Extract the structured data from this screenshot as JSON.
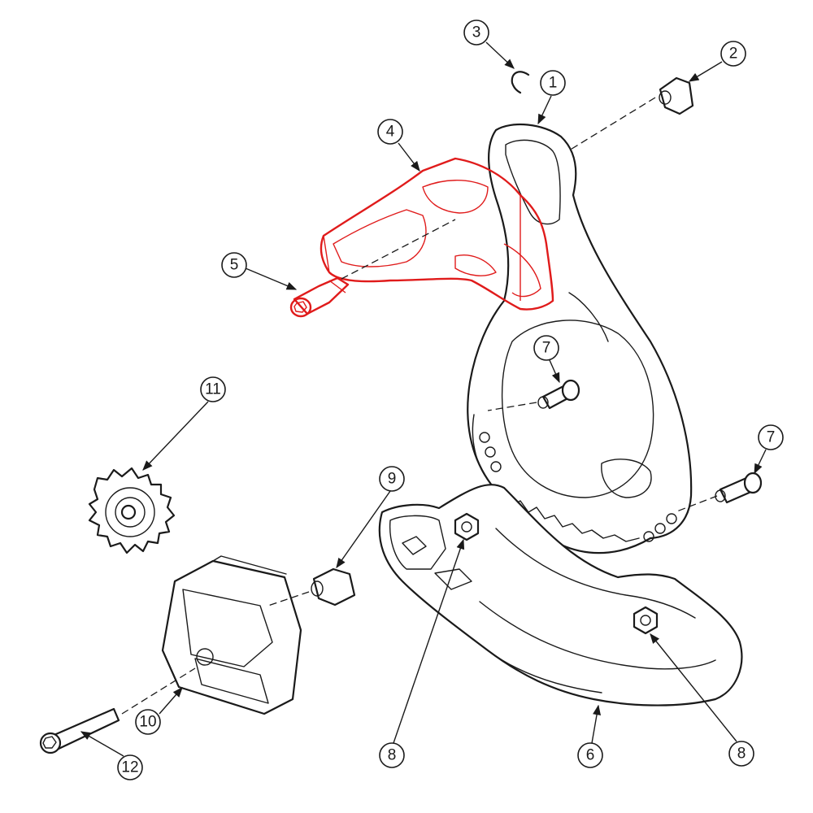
{
  "colors": {
    "highlight": "#e01b1b",
    "ink": "#1a1a1a",
    "background": "#ffffff"
  },
  "callouts": [
    "1",
    "2",
    "3",
    "4",
    "5",
    "6",
    "7",
    "7",
    "8",
    "8",
    "9",
    "10",
    "11",
    "12"
  ]
}
